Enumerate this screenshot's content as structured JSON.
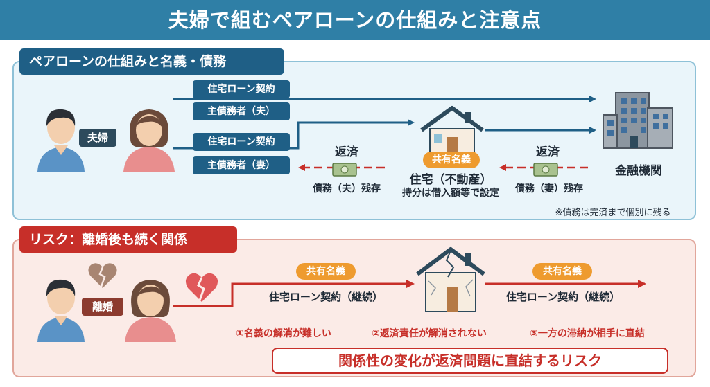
{
  "title": "夫婦で組むペアローンの仕組みと注意点",
  "section1": {
    "heading": "ペアローンの仕組みと名義・債務",
    "couple_label": "夫婦",
    "contract_1_label": "住宅ローン契約",
    "debtor_1_label": "主債務者（夫）",
    "contract_2_label": "住宅ローン契約",
    "debtor_2_label": "主債務者（妻）",
    "repay_left_label": "返済",
    "debt_left_label": "債務（夫）残存",
    "joint_tag": "共有名義",
    "house_label": "住宅（不動産）",
    "share_note": "持分は借入額等で設定",
    "repay_right_label": "返済",
    "debt_right_label": "債務（妻）残存",
    "bank_label": "金融機関",
    "footnote": "※債務は完済まで個別に残る"
  },
  "section2": {
    "heading": "リスク：離婚後も続く関係",
    "divorce_label": "離婚",
    "joint_tag_left": "共有名義",
    "contract_left": "住宅ローン契約（継続）",
    "joint_tag_right": "共有名義",
    "contract_right": "住宅ローン契約（継続）",
    "risk_1": "①名義の解消が難しい",
    "risk_2": "②返済責任が解消されない",
    "risk_3": "③一方の滞納が相手に直結",
    "summary": "関係性の変化が返済問題に直結するリスク"
  },
  "colors": {
    "title_bg": "#2f7fa6",
    "navy": "#1f5f86",
    "red": "#c72f29",
    "orange": "#ee9b2f",
    "panel_blue": "#eaf5fa",
    "panel_pink": "#fbebe7"
  },
  "icons": [
    "husband-icon",
    "wife-icon",
    "house-icon",
    "bank-building-icon",
    "money-bill-icon",
    "broken-heart-icon",
    "cracked-house-icon"
  ]
}
